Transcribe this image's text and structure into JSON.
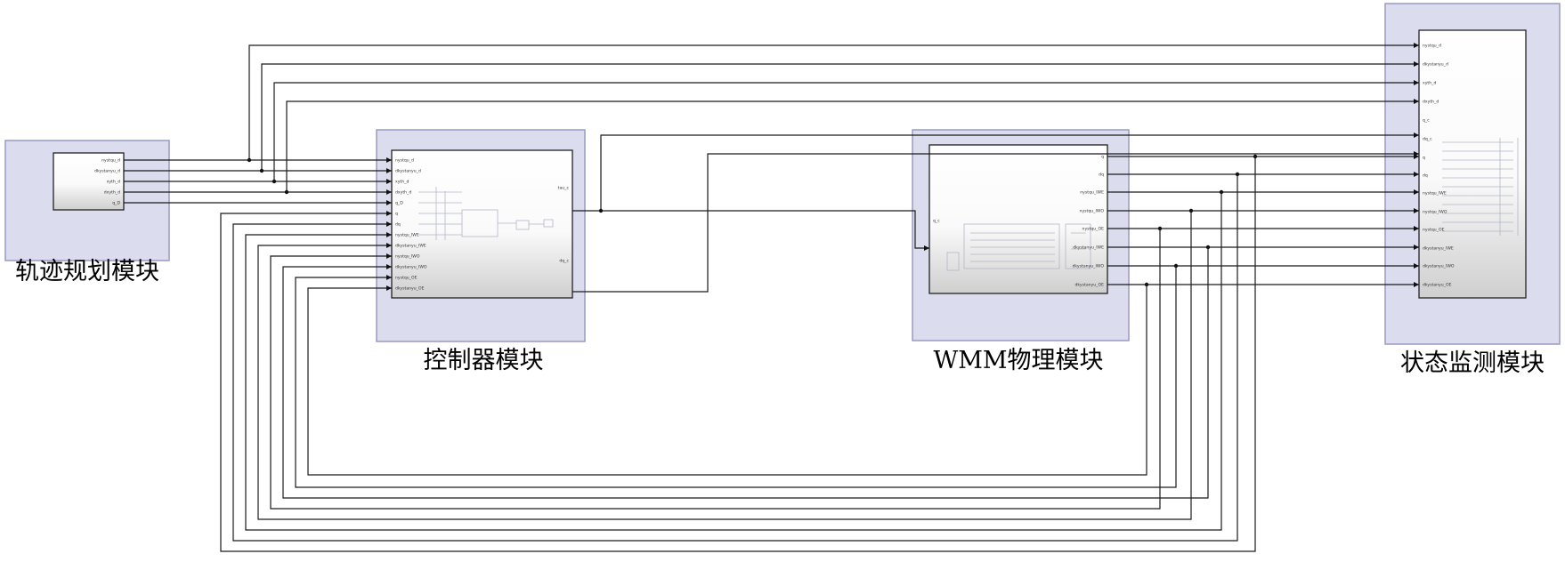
{
  "diagram": {
    "modules": [
      {
        "id": "traj",
        "title": "轨迹规划模块",
        "outputs": [
          "nystqu_d",
          "dkystanyu_d",
          "xyth_d",
          "dxyth_d",
          "q_D"
        ]
      },
      {
        "id": "ctrl",
        "title": "控制器模块",
        "inputs": [
          "nystqu_d",
          "dkystanyu_d",
          "xyth_d",
          "dxyth_d",
          "q_D",
          "q",
          "dq",
          "nystqu_IWE",
          "dkystanyu_IWE",
          "nystqu_IWO",
          "dkystanyu_IWO",
          "nystqu_OE",
          "dkystanyu_OE"
        ],
        "outputs": [
          "tau_c",
          "dq_c"
        ]
      },
      {
        "id": "wmm",
        "title": "WMM物理模块",
        "inputs": [
          "q_c"
        ],
        "outputs": [
          "q",
          "dq",
          "nystqu_IWE",
          "nystqu_IWO",
          "nystqu_OE",
          "dkystanyu_IWE",
          "dkystanyu_IWO",
          "dkystanyu_OE"
        ]
      },
      {
        "id": "mon",
        "title": "状态监测模块",
        "inputs": [
          "nystqu_d",
          "dkystanyu_d",
          "xyth_d",
          "dxyth_d",
          "q_c",
          "dq_c",
          "q",
          "dq",
          "nystqu_IWE",
          "nystqu_IWO",
          "nystqu_OE",
          "dkystanyu_IWE",
          "dkystanyu_IWO",
          "dkystanyu_OE"
        ]
      }
    ]
  }
}
